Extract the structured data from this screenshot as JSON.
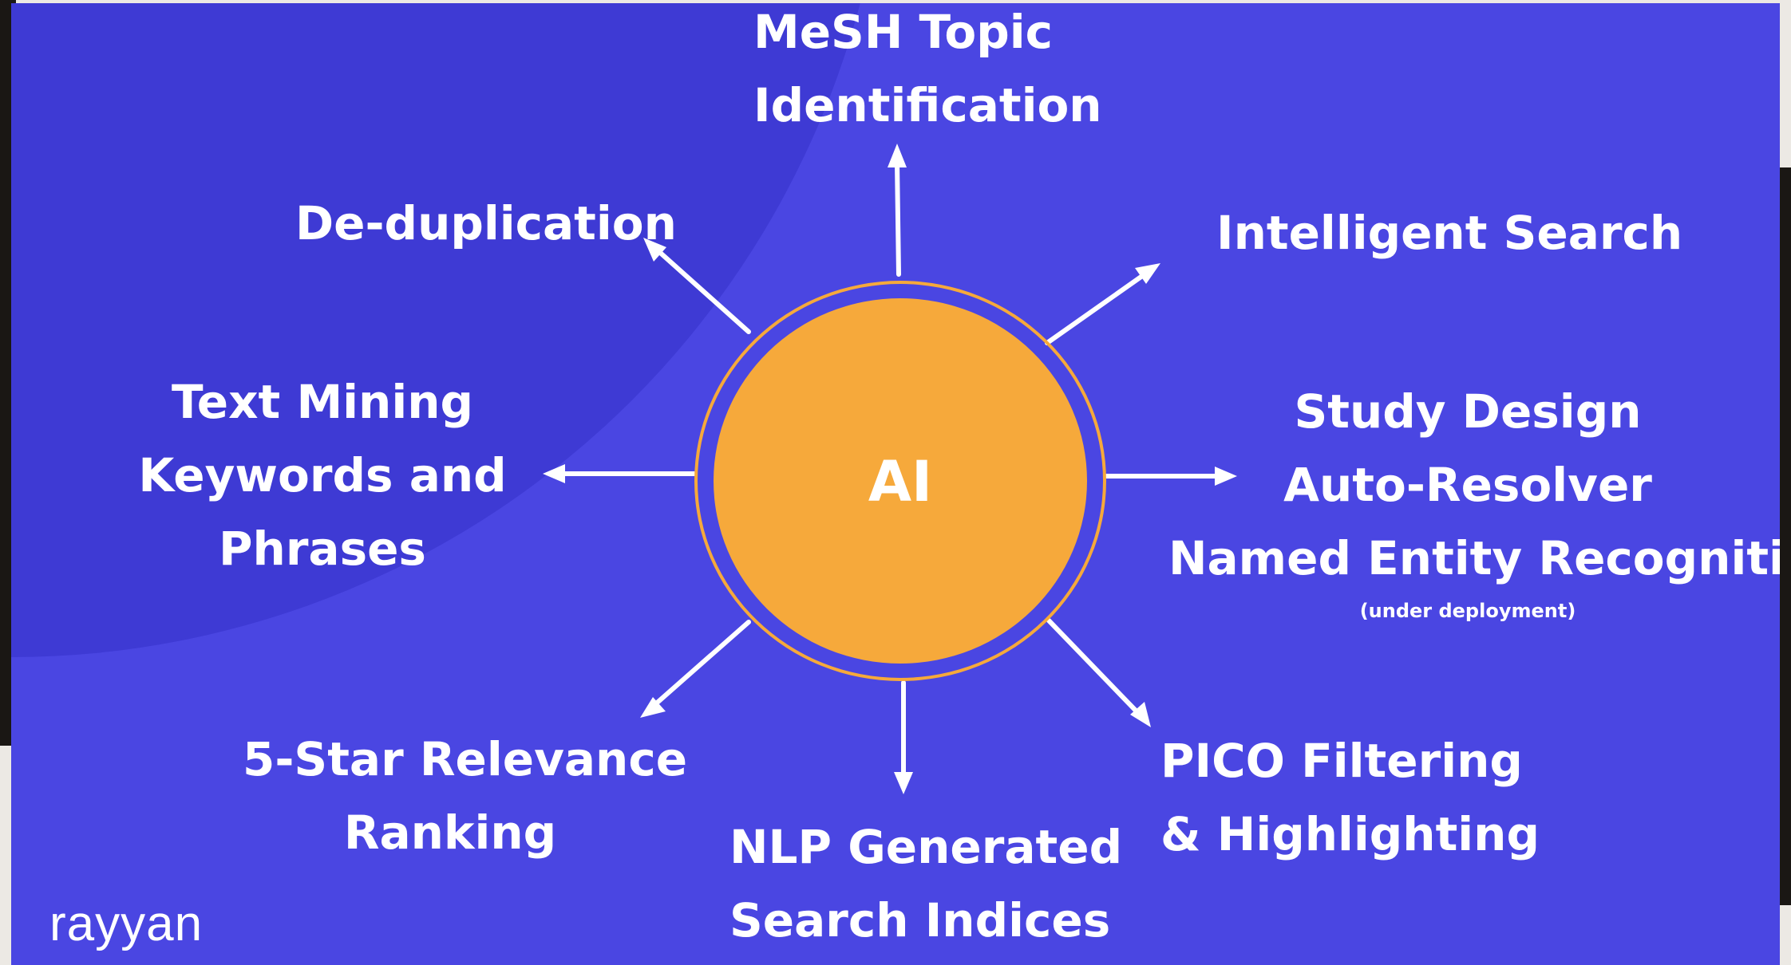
{
  "center": {
    "label": "AI"
  },
  "nodes": {
    "mesh": [
      "MeSH Topic",
      "Identification"
    ],
    "dedup": [
      "De-duplication"
    ],
    "intelligent": [
      "Intelligent Search"
    ],
    "textmining": [
      "Text Mining",
      "Keywords and",
      "Phrases"
    ],
    "study": [
      "Study Design",
      "Auto-Resolver",
      "Named Entity Recognition"
    ],
    "study_note": "(under deployment)",
    "relevance": [
      "5-Star Relevance",
      "Ranking"
    ],
    "nlp": [
      "NLP Generated",
      "Search Indices"
    ],
    "pico": [
      "PICO Filtering",
      "& Highlighting"
    ]
  },
  "brand": {
    "logo_text": "rayyan"
  },
  "colors": {
    "background": "#4a46e2",
    "accent": "#f6a93b",
    "text": "#ffffff"
  }
}
